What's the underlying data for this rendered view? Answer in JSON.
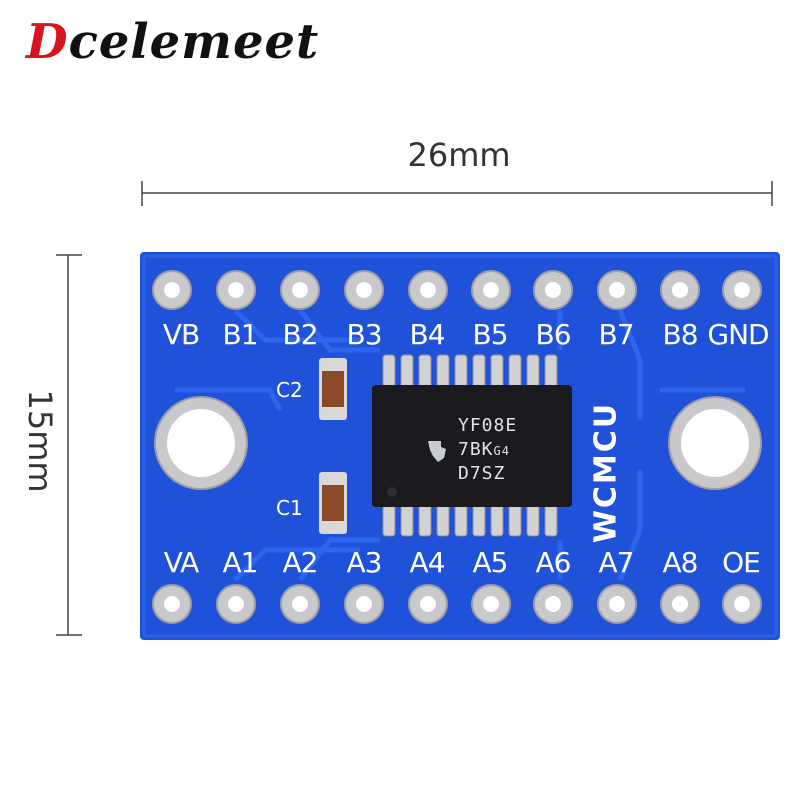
{
  "brand": {
    "first_letter": "D",
    "rest": "celemeet"
  },
  "dimensions": {
    "width": "26mm",
    "height": "15mm"
  },
  "silkscreen": {
    "top_pins": [
      "VB",
      "B1",
      "B2",
      "B3",
      "B4",
      "B5",
      "B6",
      "B7",
      "B8",
      "GND"
    ],
    "bottom_pins": [
      "VA",
      "A1",
      "A2",
      "A3",
      "A4",
      "A5",
      "A6",
      "A7",
      "A8",
      "OE"
    ],
    "capacitors": {
      "c2": "C2",
      "c1": "C1"
    },
    "vertical_label": "WCMCU"
  },
  "chip": {
    "line1": "YF08E",
    "line2": "7BK",
    "line2_suffix": "G4",
    "line3": "D7SZ"
  },
  "colors": {
    "pcb": "#1f52d8",
    "pad": "#c9c9cc",
    "chip": "#1b1b1f",
    "brand_accent": "#d8141e"
  }
}
